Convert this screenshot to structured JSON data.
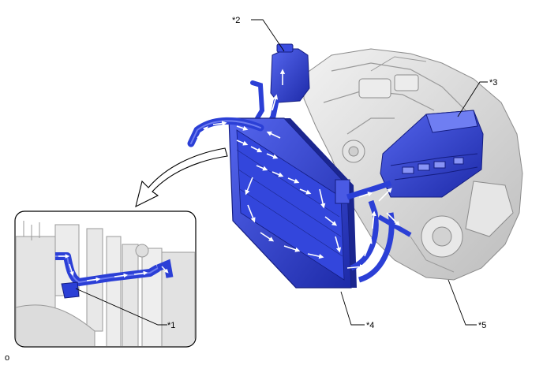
{
  "callouts": {
    "c1": "*1",
    "c2": "*2",
    "c3": "*3",
    "c4": "*4",
    "c5": "*5"
  },
  "corner_mark": "o",
  "colors": {
    "coolant_blue": "#2b3fd6",
    "coolant_dark": "#1a2596",
    "coolant_light": "#6d7cf0",
    "engine_grey": "#d9d9d9",
    "engine_line": "#9a9a9a",
    "flow_arrow": "#ffffff"
  },
  "icons": {
    "flow": "flow-arrow-icon",
    "detail": "detail-pointer-arrow-icon"
  }
}
